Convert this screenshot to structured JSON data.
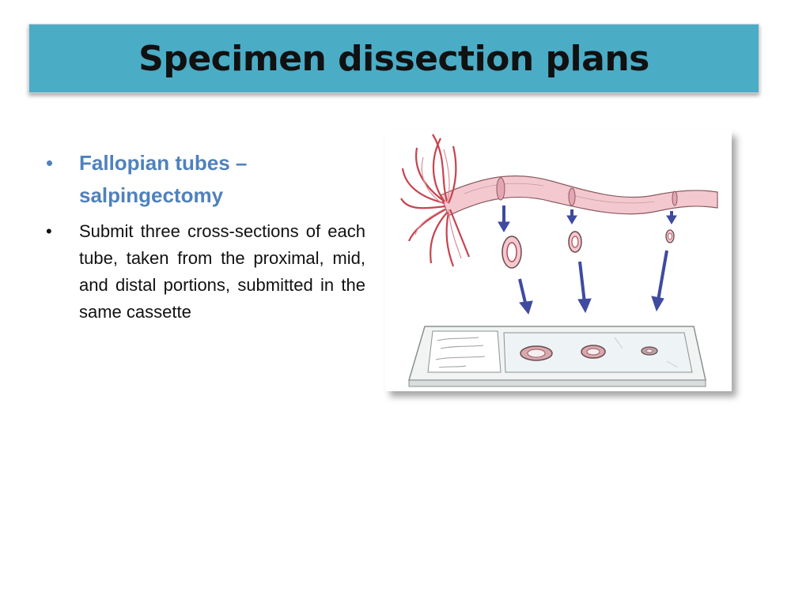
{
  "slide": {
    "title": "Specimen dissection plans",
    "heading": "Fallopian tubes – salpingectomy",
    "body": "Submit three cross-sections of each tube, taken from the proximal, mid, and distal portions, submitted in the same cassette"
  },
  "colors": {
    "title_bar": "#4bacc6",
    "heading": "#4f81bd",
    "tube": "#f3c9cf",
    "fimbriae": "#c8434f",
    "arrow": "#3f4aa0"
  },
  "figure": {
    "icons": [
      "fallopian-tube-illustration",
      "arrow-down-icon",
      "cross-section-ring-icon",
      "tissue-cassette-icon"
    ]
  }
}
